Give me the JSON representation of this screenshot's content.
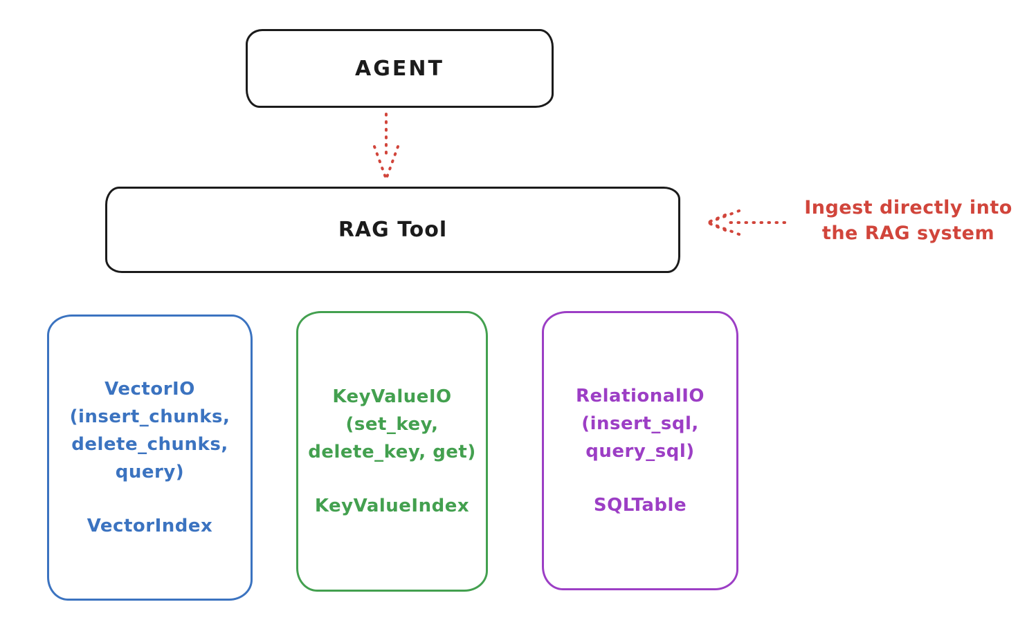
{
  "canvas": {
    "background": "#ffffff"
  },
  "colors": {
    "black": "#1b1b1b",
    "red": "#d1453b",
    "blue": "#3b73c0",
    "green": "#43a04f",
    "purple": "#9c3ec5"
  },
  "agent_box": {
    "label": "AGENT"
  },
  "rag_box": {
    "label": "RAG Tool"
  },
  "annotation": {
    "line1": "Ingest directly into",
    "line2": "the RAG system"
  },
  "stores": [
    {
      "name": "vector-store",
      "color": "#3b73c0",
      "io_lines": [
        "VectorIO",
        "(insert_chunks,",
        "delete_chunks,",
        "query)"
      ],
      "index_label": "VectorIndex"
    },
    {
      "name": "keyvalue-store",
      "color": "#43a04f",
      "io_lines": [
        "KeyValueIO",
        "(set_key,",
        "delete_key, get)"
      ],
      "index_label": "KeyValueIndex"
    },
    {
      "name": "relational-store",
      "color": "#9c3ec5",
      "io_lines": [
        "RelationalIO",
        "(insert_sql,",
        "query_sql)"
      ],
      "index_label": "SQLTable"
    }
  ]
}
